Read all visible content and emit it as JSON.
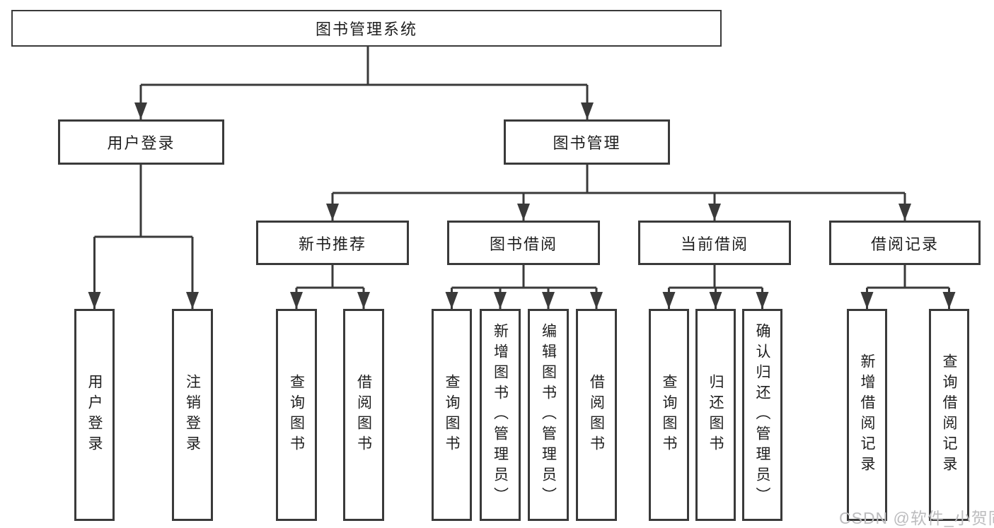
{
  "nodes": {
    "root": "图书管理系统",
    "user_login": "用户登录",
    "book_management": "图书管理",
    "new_book_recommend": "新书推荐",
    "book_borrowing": "图书借阅",
    "current_borrowing": "当前借阅",
    "borrow_records": "借阅记录",
    "leaf_user_login": "用户登录",
    "leaf_logout": "注销登录",
    "nb_query": "查询图书",
    "nb_borrow": "借阅图书",
    "bb_query": "查询图书",
    "bb_add_admin": "新增图书（管理员）",
    "bb_edit_admin": "编辑图书（管理员）",
    "bb_borrow": "借阅图书",
    "cb_query": "查询图书",
    "cb_return": "归还图书",
    "cb_confirm_admin": "确认归还（管理员）",
    "br_add": "新增借阅记录",
    "br_query": "查询借阅记录"
  },
  "hierarchy": {
    "图书管理系统": {
      "用户登录": [
        "用户登录",
        "注销登录"
      ],
      "图书管理": {
        "新书推荐": [
          "查询图书",
          "借阅图书"
        ],
        "图书借阅": [
          "查询图书",
          "新增图书（管理员）",
          "编辑图书（管理员）",
          "借阅图书"
        ],
        "当前借阅": [
          "查询图书",
          "归还图书",
          "确认归还（管理员）"
        ],
        "借阅记录": [
          "新增借阅记录",
          "查询借阅记录"
        ]
      }
    }
  },
  "watermark": {
    "text": "CSDN @软件_小贺同学"
  },
  "colors": {
    "line": "#3a3a3a",
    "text": "#1f1f1f",
    "background": "#ffffff",
    "watermark": "#bcbcbe"
  }
}
